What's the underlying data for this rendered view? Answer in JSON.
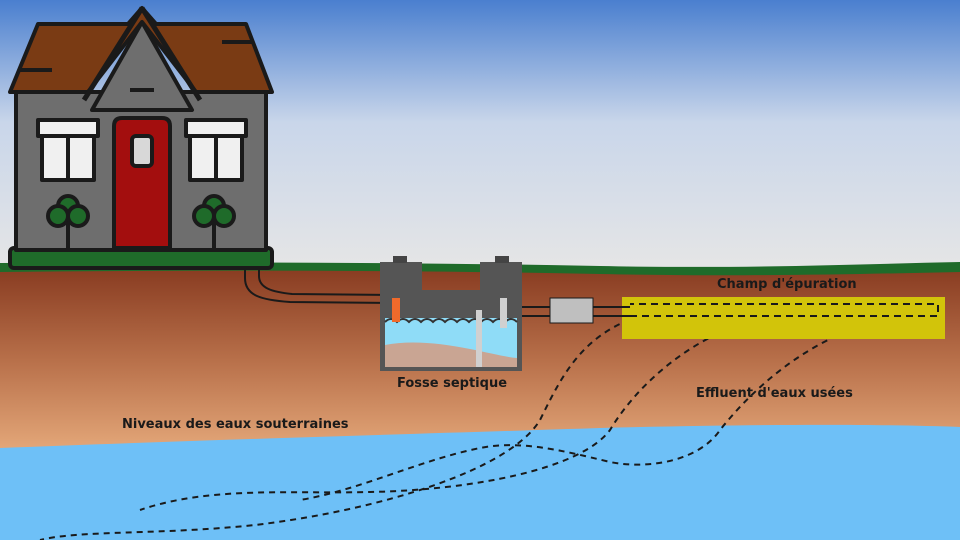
{
  "labels": {
    "drain_field": "Champ d'épuration",
    "septic_tank": "Fosse septique",
    "effluent": "Effluent d'eaux usées",
    "groundwater": "Niveaux des eaux souterraines"
  },
  "colors": {
    "sky_top": "#4a7fcf",
    "sky_bottom": "#e4e4e4",
    "grass": "#1f6b2a",
    "soil_top": "#8a3f22",
    "soil_bottom": "#f6c08c",
    "groundwater": "#6ec0f7",
    "drain_field": "#d2c40a",
    "house_wall": "#6e6e6e",
    "roof": "#7a3b14",
    "door": "#a30e0e",
    "tank_water": "#8fdcf7",
    "sludge": "#c9a593",
    "inlet_baffle": "#f06a2b"
  },
  "icons": {
    "house": "house-icon",
    "tree_left": "tree-icon",
    "tree_right": "tree-icon"
  }
}
